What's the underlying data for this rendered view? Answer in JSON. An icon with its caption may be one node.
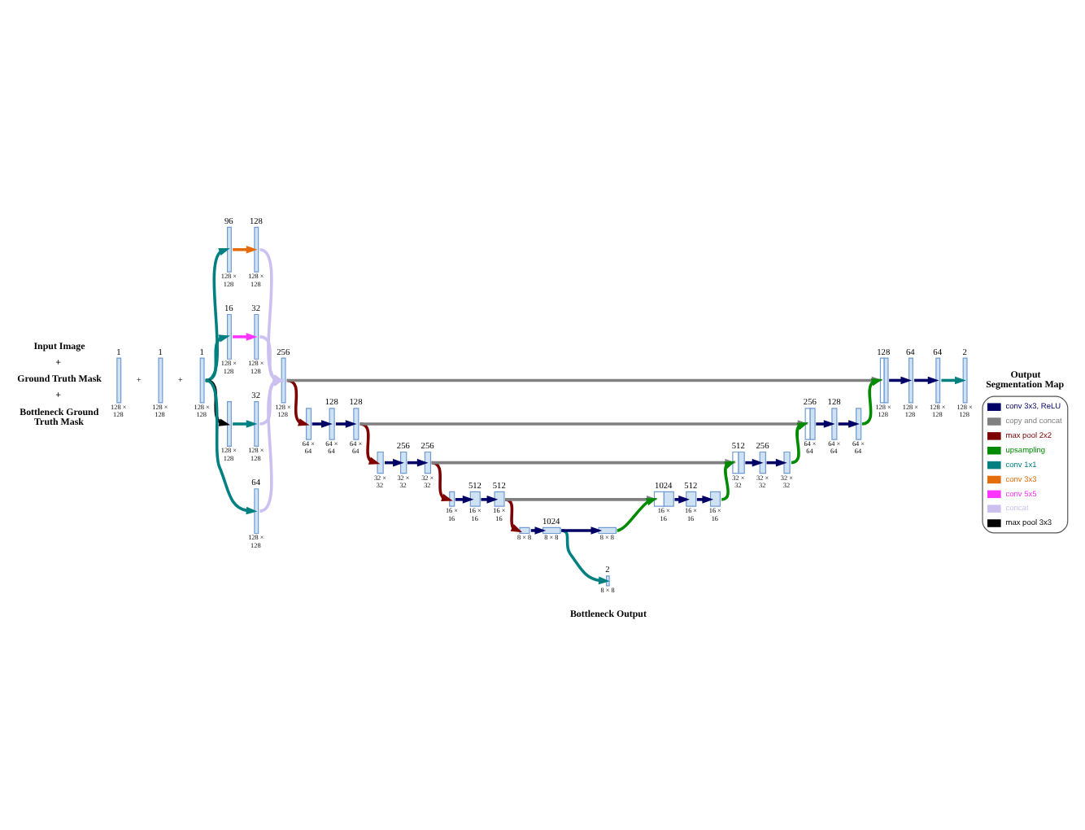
{
  "diagram": {
    "nodes": [
      {
        "text": [
          "1"
        ],
        "beside": [
          "128 × 128"
        ]
      },
      {
        "text": [
          "1"
        ],
        "beside": [
          "128 × 128"
        ]
      },
      {
        "text": [
          "1"
        ],
        "beside": [
          "128 × 128"
        ]
      },
      {
        "text": [
          "96"
        ],
        "beside": [
          "128 × 128"
        ]
      },
      {
        "text": [
          "16"
        ],
        "beside": [
          "128 × 128"
        ]
      },
      {
        "text": [],
        "shape": "bar",
        "beside": [
          "128 × 128"
        ]
      },
      {
        "text": [
          "64"
        ],
        "beside": [
          "128 × 128"
        ]
      },
      {
        "text": [
          "128"
        ],
        "beside": [
          "128 × 128"
        ]
      },
      {
        "text": [
          "32"
        ],
        "beside": [
          "128 × 128"
        ]
      },
      {
        "text": [
          "32"
        ],
        "beside": [
          "128 × 128"
        ]
      },
      {
        "text": [
          "256"
        ],
        "beside": [
          "128 × 128"
        ]
      },
      {
        "text": [],
        "shape": "bar",
        "beside": [
          "64 × 64"
        ]
      },
      {
        "text": [
          "128"
        ],
        "beside": [
          "64 × 64"
        ]
      },
      {
        "text": [
          "128"
        ],
        "beside": [
          "64 × 64"
        ]
      },
      {
        "text": [],
        "shape": "bar",
        "beside": [
          "32 × 32"
        ]
      },
      {
        "text": [
          "256"
        ],
        "beside": [
          "32 × 32"
        ]
      },
      {
        "text": [
          "256"
        ],
        "beside": [
          "32 × 32"
        ]
      },
      {
        "text": [],
        "shape": "bar",
        "beside": [
          "16 × 16"
        ]
      },
      {
        "text": [
          "512"
        ],
        "beside": [
          "16 × 16"
        ]
      },
      {
        "text": [
          "512"
        ],
        "beside": [
          "16 × 16"
        ]
      },
      {
        "text": [],
        "shape": "bar",
        "beside": [
          "8 × 8"
        ]
      },
      {
        "text": [
          "1024"
        ],
        "beside": [
          "8 × 8"
        ]
      },
      {
        "text": [
          "2"
        ],
        "beside": [
          "8 × 8"
        ]
      },
      {
        "text": [],
        "shape": "bar",
        "beside": [
          "8 × 8"
        ]
      },
      {
        "text": [
          "1024"
        ],
        "beside": [
          "16 × 16"
        ]
      },
      {
        "text": [
          "512"
        ],
        "beside": [
          "16 × 16"
        ]
      },
      {
        "text": [],
        "shape": "bar",
        "beside": [
          "16 × 16"
        ]
      },
      {
        "text": [
          "512"
        ],
        "beside": [
          "32 × 32"
        ]
      },
      {
        "text": [
          "256"
        ],
        "beside": [
          "32 × 32"
        ]
      },
      {
        "text": [],
        "shape": "bar",
        "beside": [
          "32 × 32"
        ]
      },
      {
        "text": [
          "256"
        ],
        "beside": [
          "64 × 64"
        ]
      },
      {
        "text": [
          "128"
        ],
        "beside": [
          "64 × 64"
        ]
      },
      {
        "text": [],
        "shape": "bar",
        "beside": [
          "64 × 64"
        ]
      },
      {
        "text": [
          "128"
        ],
        "beside": [
          "128 × 128"
        ]
      },
      {
        "text": [
          "64"
        ],
        "beside": [
          "128 × 128"
        ]
      },
      {
        "text": [
          "64"
        ],
        "beside": [
          "128 × 128"
        ]
      },
      {
        "text": [
          "2"
        ],
        "beside": [
          "128 × 128"
        ]
      }
    ],
    "edges": [
      {
        "from": 2,
        "to": 3,
        "arrow": "to",
        "color": "#008080"
      },
      {
        "from": 2,
        "to": 4,
        "arrow": "to",
        "color": "#008080"
      },
      {
        "from": 2,
        "to": 5,
        "arrow": "to",
        "color": "#000000"
      },
      {
        "from": 2,
        "to": 6,
        "arrow": "to",
        "color": "#008080"
      },
      {
        "from": 3,
        "to": 7,
        "arrow": "to",
        "color": "#e46c0a"
      },
      {
        "from": 4,
        "to": 8,
        "arrow": "to",
        "color": "#ff33ff"
      },
      {
        "from": 5,
        "to": 9,
        "arrow": "to",
        "color": "#008080"
      },
      {
        "from": 7,
        "to": 10,
        "arrow": "to",
        "color": "#ccc0f0"
      },
      {
        "from": 8,
        "to": 10,
        "arrow": "to",
        "color": "#ccc0f0"
      },
      {
        "from": 9,
        "to": 10,
        "arrow": "to",
        "color": "#ccc0f0"
      },
      {
        "from": 6,
        "to": 10,
        "arrow": "to",
        "color": "#ccc0f0"
      },
      {
        "from": 10,
        "to": 33,
        "arrow": "to",
        "color": "#808080"
      },
      {
        "from": 10,
        "to": 11,
        "arrow": "to",
        "color": "#7f0000"
      },
      {
        "from": 11,
        "to": 12,
        "arrow": "to"
      },
      {
        "from": 12,
        "to": 13,
        "arrow": "to"
      },
      {
        "from": 13,
        "to": 30,
        "arrow": "to",
        "color": "#808080"
      },
      {
        "from": 13,
        "to": 14,
        "arrow": "to",
        "color": "#7f0000"
      },
      {
        "from": 14,
        "to": 15,
        "arrow": "to"
      },
      {
        "from": 15,
        "to": 16,
        "arrow": "to"
      },
      {
        "from": 16,
        "to": 27,
        "arrow": "to",
        "color": "#808080"
      },
      {
        "from": 16,
        "to": 17,
        "arrow": "to",
        "color": "#7f0000"
      },
      {
        "from": 17,
        "to": 18,
        "arrow": "to"
      },
      {
        "from": 18,
        "to": 19,
        "arrow": "to"
      },
      {
        "from": 19,
        "to": 24,
        "arrow": "to",
        "color": "#808080"
      },
      {
        "from": 19,
        "to": 20,
        "arrow": "to",
        "color": "#7f0000"
      },
      {
        "from": 20,
        "to": 21,
        "arrow": "to"
      },
      {
        "from": 21,
        "to": 23,
        "arrow": "to"
      },
      {
        "from": 21,
        "to": 22,
        "arrow": "to",
        "color": "#008080"
      },
      {
        "from": 23,
        "to": 24,
        "arrow": "to",
        "color": "#008a00"
      },
      {
        "from": 24,
        "to": 25,
        "arrow": "to"
      },
      {
        "from": 25,
        "to": 26,
        "arrow": "to"
      },
      {
        "from": 26,
        "to": 27,
        "arrow": "to",
        "color": "#008a00"
      },
      {
        "from": 27,
        "to": 28,
        "arrow": "to"
      },
      {
        "from": 28,
        "to": 29,
        "arrow": "to"
      },
      {
        "from": 29,
        "to": 30,
        "arrow": "to",
        "color": "#008a00"
      },
      {
        "from": 30,
        "to": 31,
        "arrow": "to"
      },
      {
        "from": 31,
        "to": 32,
        "arrow": "to"
      },
      {
        "from": 32,
        "to": 33,
        "arrow": "to",
        "color": "#008a00"
      },
      {
        "from": 33,
        "to": 34,
        "arrow": "to"
      },
      {
        "from": 34,
        "to": 35,
        "arrow": "to"
      },
      {
        "from": 35,
        "to": 36,
        "arrow": "to",
        "color": "#008080"
      }
    ],
    "labels": [
      "Input Image",
      "+",
      "Ground Truth Mask",
      "+",
      "Bottleneck Ground Truth Mask",
      "+",
      "+",
      "Output Segmentation Map",
      "Bottleneck Output"
    ],
    "legend": [
      {
        "text": "conv 3x3, ReLU",
        "color": "#000066"
      },
      {
        "text": "copy and concat",
        "color": "#808080"
      },
      {
        "text": "max pool 2x2",
        "color": "#7f0000"
      },
      {
        "text": "upsampling",
        "color": "#008a00"
      },
      {
        "text": "conv 1x1",
        "color": "#008080"
      },
      {
        "text": "conv 3x3",
        "color": "#e46c0a"
      },
      {
        "text": "conv 5x5",
        "color": "#ff33ff"
      },
      {
        "text": "concat",
        "color": "#ccc0f0"
      },
      {
        "text": "max pool 3x3",
        "color": "#000000"
      }
    ]
  }
}
